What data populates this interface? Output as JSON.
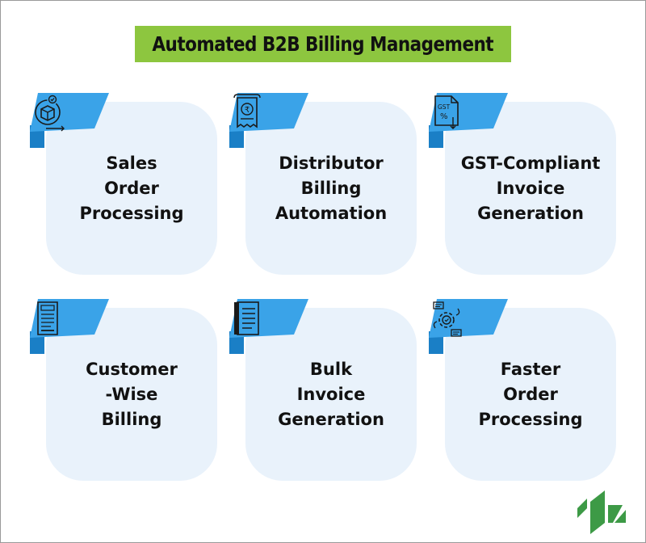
{
  "title": "Automated B2B Billing Management",
  "colors": {
    "title_bg": "#8dc63f",
    "card_bg": "#e9f2fb",
    "tab_blue": "#3aa3e8",
    "tab_dark": "#1a7fc6",
    "logo_green": "#3d9a46"
  },
  "cards": [
    {
      "label": "Sales\nOrder\nProcessing",
      "icon": "box-cycle-icon"
    },
    {
      "label": "Distributor\nBilling\nAutomation",
      "icon": "rupee-receipt-icon"
    },
    {
      "label": "GST-Compliant\nInvoice\nGeneration",
      "icon": "gst-document-icon"
    },
    {
      "label": "Customer\n-Wise\nBilling",
      "icon": "bill-receipt-icon"
    },
    {
      "label": "Bulk\nInvoice\nGeneration",
      "icon": "invoice-list-icon"
    },
    {
      "label": "Faster\nOrder\nProcessing",
      "icon": "gear-process-icon"
    }
  ]
}
